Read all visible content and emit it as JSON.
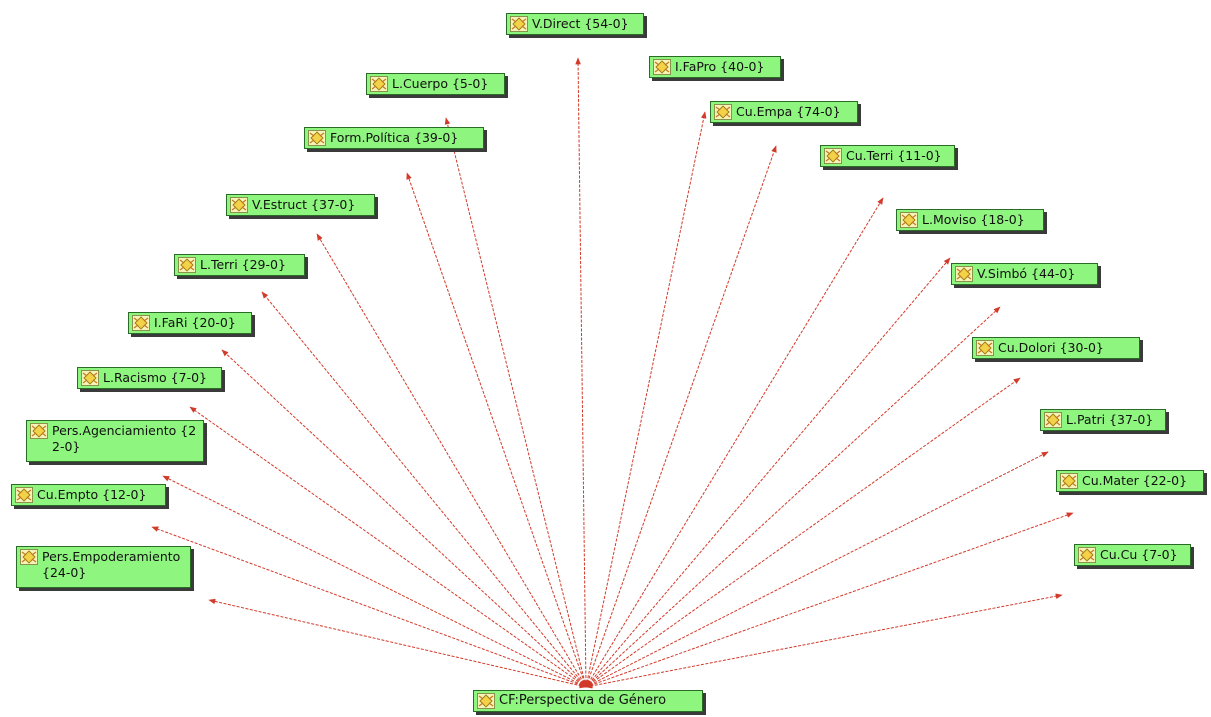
{
  "root": {
    "label": "CF:Perspectiva de Género",
    "icon": "code-family-icon"
  },
  "nodes": [
    {
      "id": "v-direct",
      "label": "V.Direct {54-0}"
    },
    {
      "id": "i-fapro",
      "label": "I.FaPro {40-0}"
    },
    {
      "id": "l-cuerpo",
      "label": "L.Cuerpo {5-0}"
    },
    {
      "id": "cu-empa",
      "label": "Cu.Empa {74-0}"
    },
    {
      "id": "form-politica",
      "label": "Form.Política {39-0}"
    },
    {
      "id": "cu-terri",
      "label": "Cu.Terri {11-0}"
    },
    {
      "id": "v-estruct",
      "label": "V.Estruct {37-0}"
    },
    {
      "id": "l-moviso",
      "label": "L.Moviso {18-0}"
    },
    {
      "id": "l-terri",
      "label": "L.Terri {29-0}"
    },
    {
      "id": "v-simbo",
      "label": "V.Simbó {44-0}"
    },
    {
      "id": "i-fari",
      "label": "I.FaRi {20-0}"
    },
    {
      "id": "cu-dolori",
      "label": "Cu.Dolori {30-0}"
    },
    {
      "id": "l-racismo",
      "label": "L.Racismo {7-0}"
    },
    {
      "id": "pers-agenciamiento",
      "label": "Pers.Agenciamiento {22-0}"
    },
    {
      "id": "l-patri",
      "label": "L.Patri {37-0}"
    },
    {
      "id": "cu-empto",
      "label": "Cu.Empto {12-0}"
    },
    {
      "id": "cu-mater",
      "label": "Cu.Mater {22-0}"
    },
    {
      "id": "pers-empoderamiento",
      "label": "Pers.Empoderamiento {24-0}"
    },
    {
      "id": "cu-cu",
      "label": "Cu.Cu {7-0}"
    }
  ],
  "icon": "code-icon",
  "colors": {
    "node_fill": "#8ef57e",
    "node_border": "#2a6b25",
    "edge": "#d23a2a"
  }
}
